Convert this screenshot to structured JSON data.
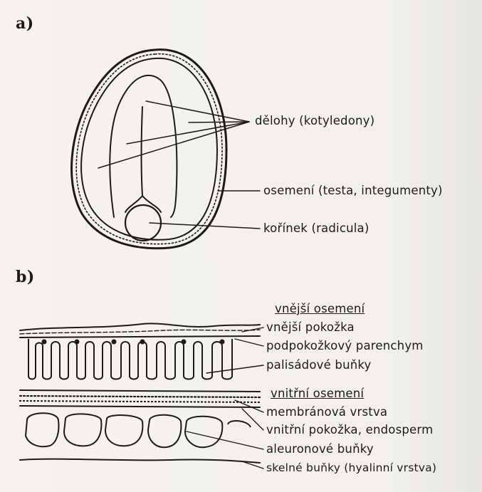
{
  "figure": {
    "a": {
      "panel_label": "a)",
      "labels": {
        "cotyledons": "dělohy (kotyledony)",
        "testa": "osemení (testa, integumenty)",
        "radicle": "kořínek (radicula)"
      }
    },
    "b": {
      "panel_label": "b)",
      "outer_header": "vnější osemení",
      "inner_header": "vnitřní osemení",
      "labels": {
        "outer_epidermis": "vnější pokožka",
        "hypodermal_parenchyma": "podpokožkový parenchym",
        "palisade_cells": "palisádové buňky",
        "membrane_layer": "membránová vrstva",
        "inner_epidermis": "vnitřní pokožka, endosperm",
        "aleurone_cells": "aleuronové buňky",
        "glass_cells": "skelné buňky (hyalinní vrstva)"
      }
    }
  }
}
